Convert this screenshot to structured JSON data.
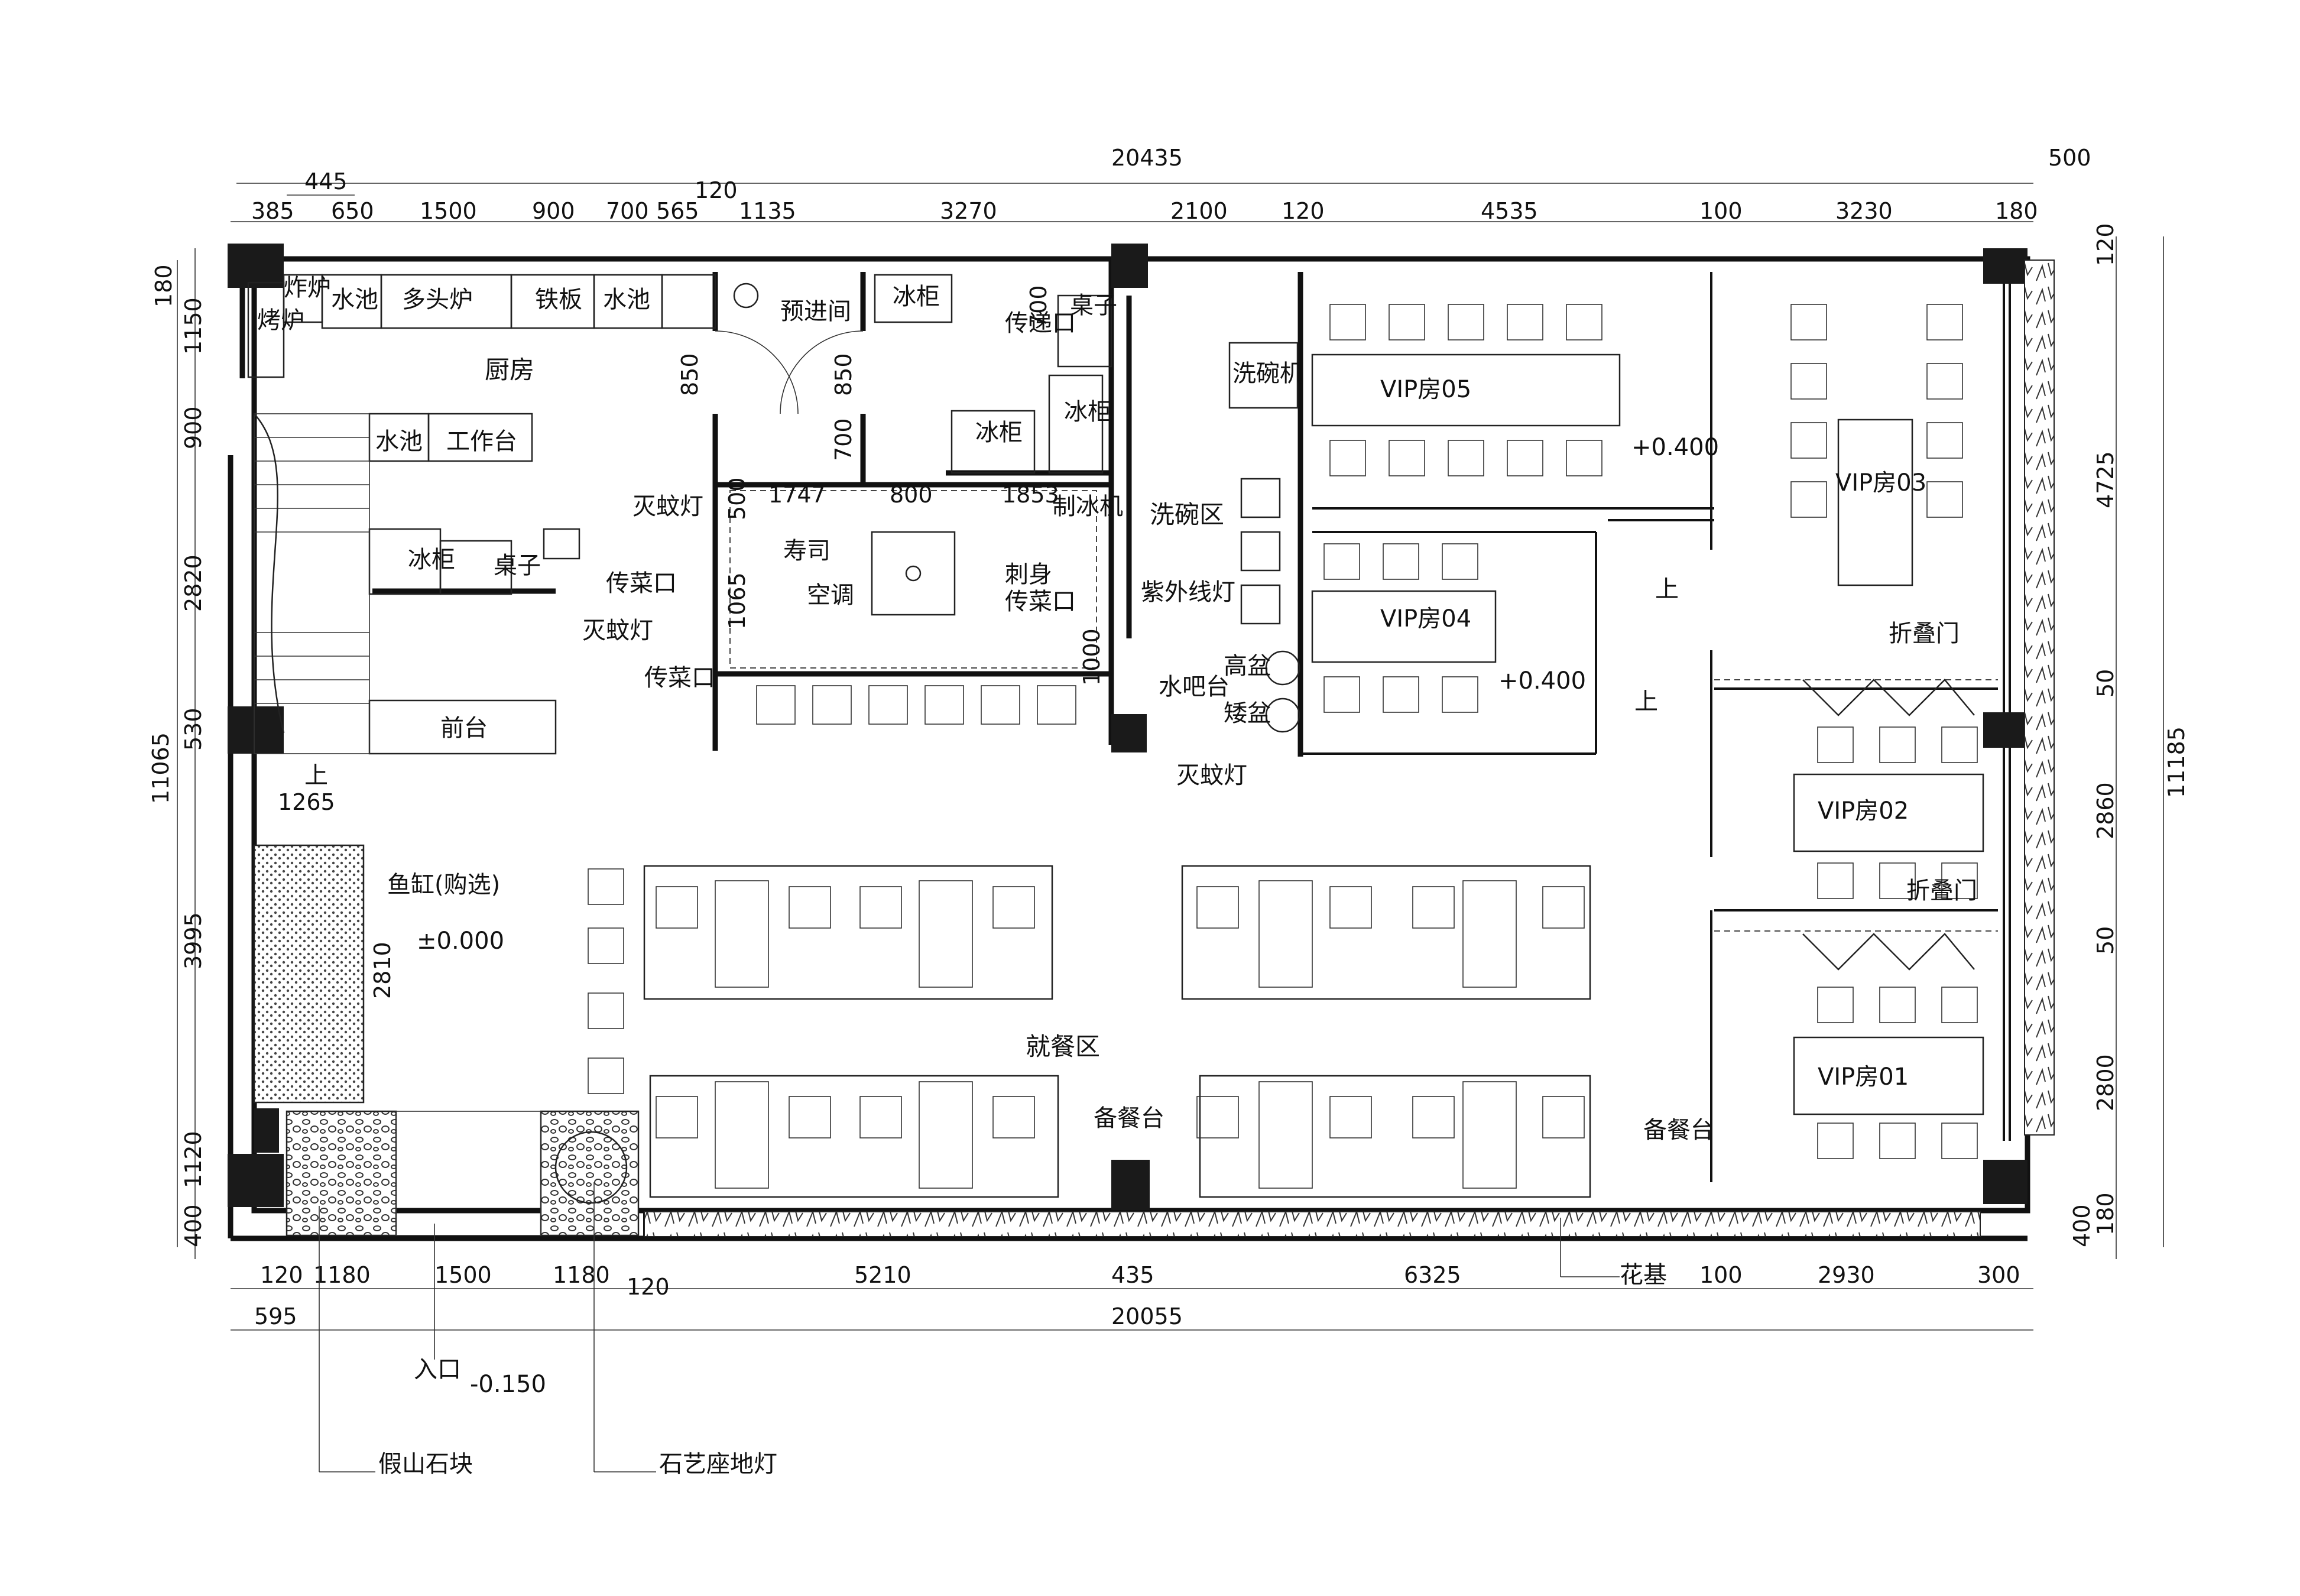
{
  "dimensions": {
    "top_overall": "20435",
    "top_right_extra": "500",
    "top_small": "445",
    "top_small2": "120",
    "top_row": [
      "385",
      "650",
      "1500",
      "900",
      "700",
      "565",
      "1135",
      "3270",
      "2100",
      "120",
      "4535",
      "100",
      "3230",
      "180"
    ],
    "bottom_row": [
      "120",
      "1180",
      "1500",
      "1180",
      "120",
      "5210",
      "435",
      "6325",
      "100",
      "2930",
      "300"
    ],
    "bottom_overall": "20055",
    "bottom_small": "595",
    "left_row": [
      "180",
      "1150",
      "900",
      "2820",
      "530",
      "3995",
      "1120",
      "400"
    ],
    "left_overall": "11065",
    "right_row": [
      "120",
      "4725",
      "50",
      "2860",
      "50",
      "2800",
      "180",
      "400"
    ],
    "right_overall": "11185",
    "inner": [
      "850",
      "850",
      "700",
      "700",
      "1747",
      "800",
      "1853",
      "500",
      "1065",
      "1000",
      "1265",
      "2810"
    ]
  },
  "rooms": {
    "kitchen": "厨房",
    "dishwash_area": "洗碗区",
    "dining_area": "就餐区",
    "vip05": "VIP房05",
    "vip04": "VIP房04",
    "vip03": "VIP房03",
    "vip02": "VIP房02",
    "vip01": "VIP房01"
  },
  "labels": {
    "oven": "烤炉",
    "fryer": "炸炉",
    "sink": "水池",
    "multi_stove": "多头炉",
    "iron_plate": "铁板",
    "sink2": "水池",
    "pre_entry": "预进间",
    "fridge_top": "冰柜",
    "table_top": "桌子",
    "pass_window_top": "传递口",
    "fridge_mid1": "冰柜",
    "fridge_mid2": "冰柜",
    "sink3": "水池",
    "workbench": "工作台",
    "fridge_left": "冰柜",
    "table_left": "桌子",
    "serve_window1": "传菜口",
    "mosquito1": "灭蚊灯",
    "mosquito2": "灭蚊灯",
    "mosquito3": "灭蚊灯",
    "sushi": "寿司",
    "aircon": "空调",
    "sashimi_window": "刺身\n传菜口",
    "ice_machine": "制冰机",
    "uv_lamp": "紫外线灯",
    "serve_window2": "传菜口",
    "front_desk": "前台",
    "dishwasher": "洗碗机",
    "high_basin": "高盆",
    "low_basin": "矮盆",
    "water_bar": "水吧台",
    "fish_tank": "鱼缸(购选)",
    "level_zero": "±0.000",
    "level_plus1": "+0.400",
    "level_plus2": "+0.400",
    "up1": "上",
    "up2": "上",
    "up3": "上",
    "folding_door1": "折叠门",
    "folding_door2": "折叠门",
    "prep_table1": "备餐台",
    "prep_table2": "备餐台",
    "flower_bed": "花基",
    "entrance": "入口",
    "level_entrance": "-0.150",
    "rockery": "假山石块",
    "stone_lamp": "石艺座地灯"
  }
}
